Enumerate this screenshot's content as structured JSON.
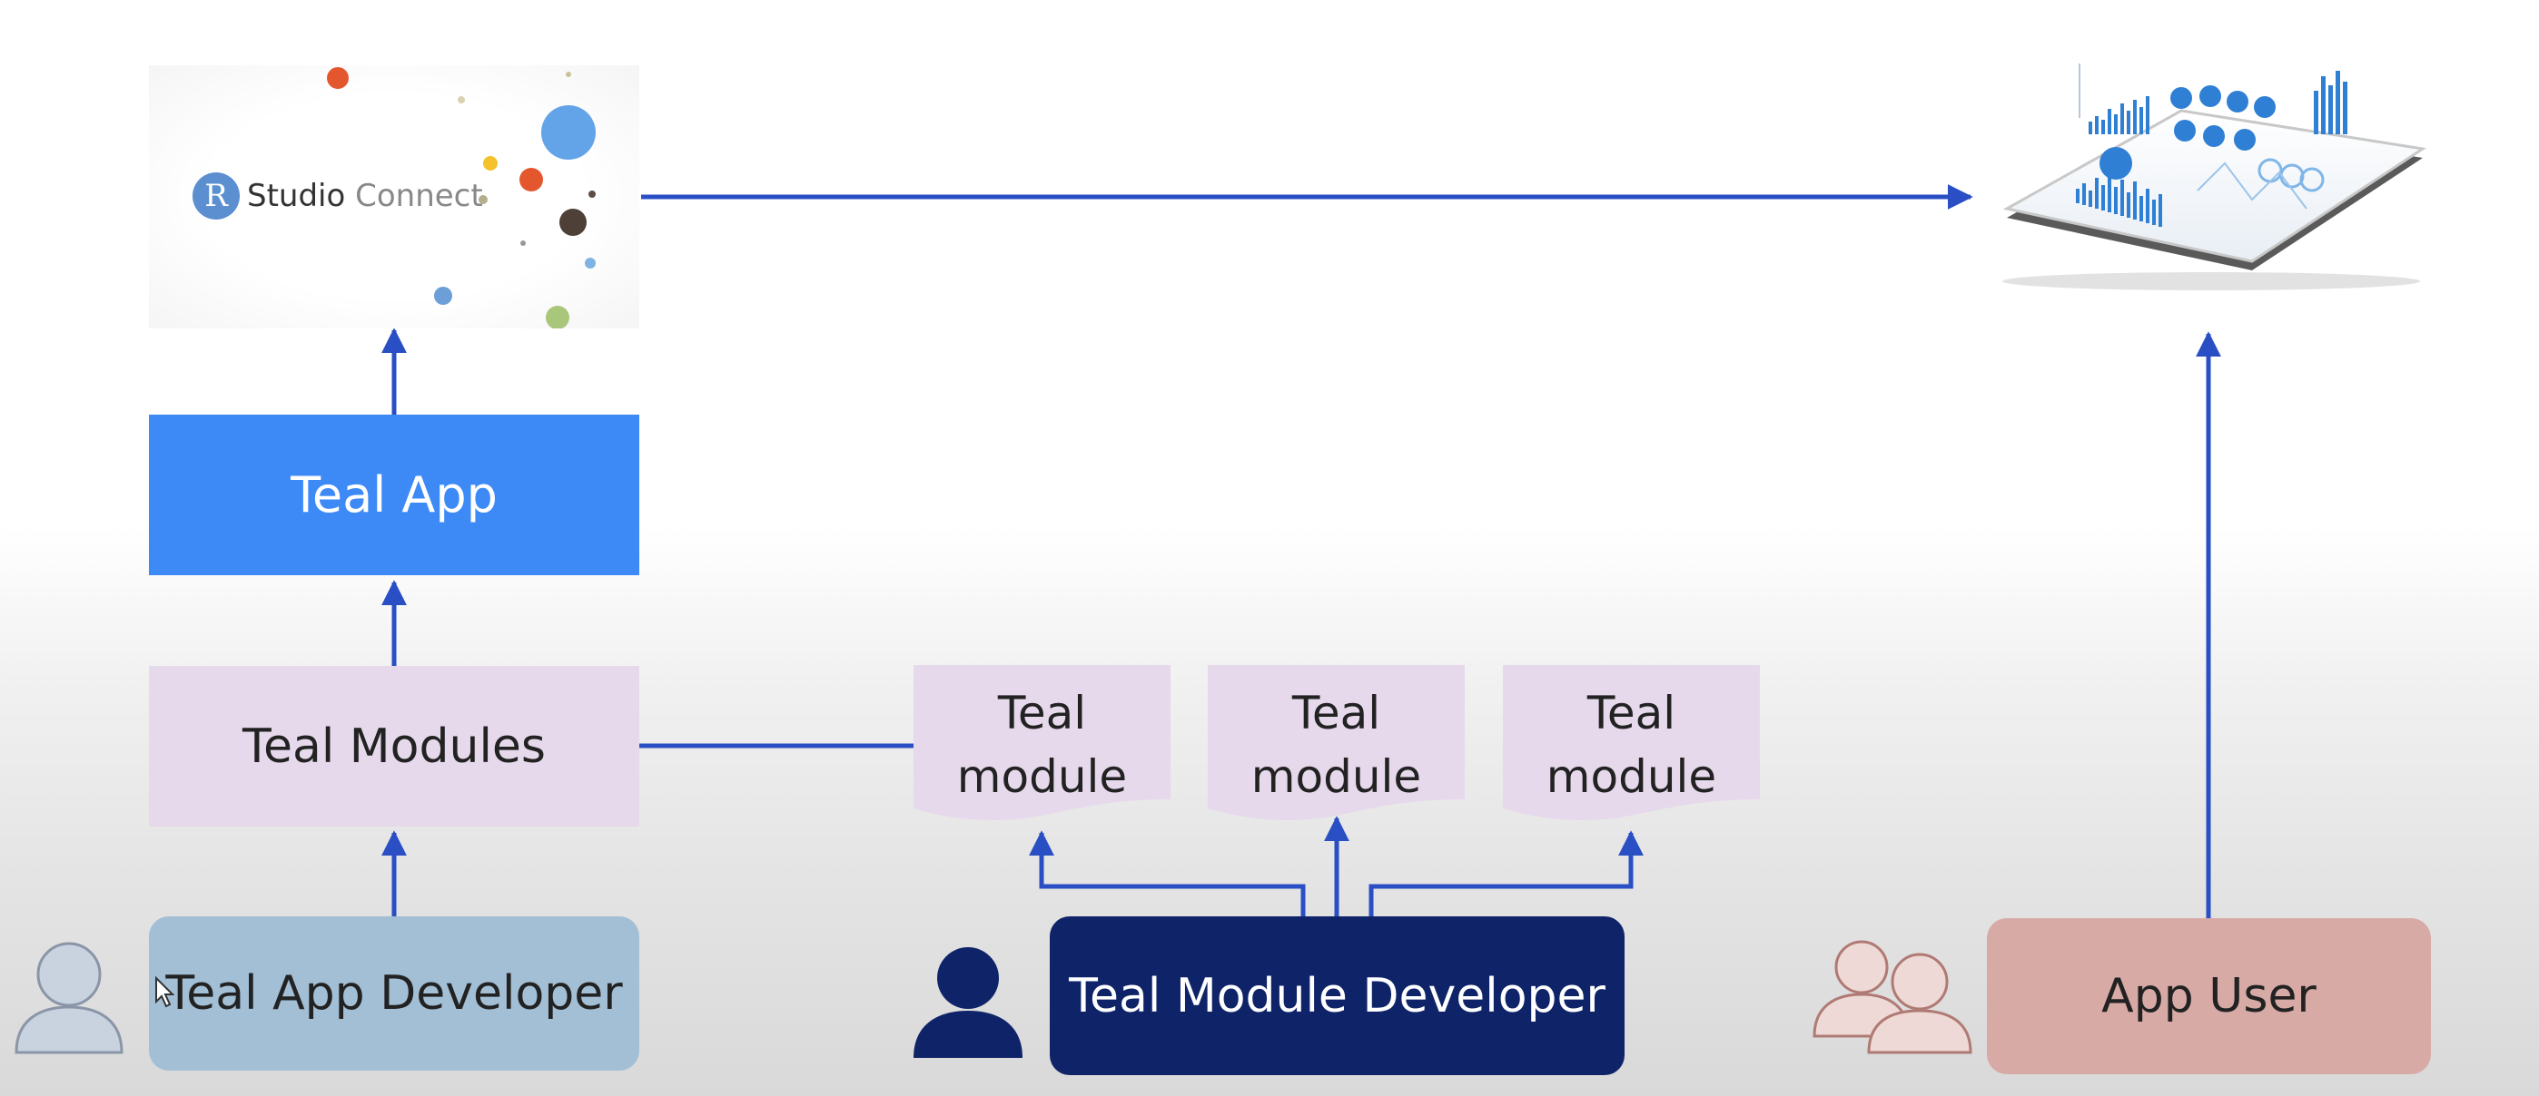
{
  "rstudio_connect": {
    "logo_letter": "R",
    "brand": "Studio",
    "product": "Connect"
  },
  "nodes": {
    "teal_app": "Teal App",
    "teal_modules": "Teal Modules",
    "teal_app_developer": "Teal App Developer",
    "teal_module_developer": "Teal Module Developer",
    "app_user": "App User"
  },
  "module_cards": [
    {
      "line1": "Teal",
      "line2": "module"
    },
    {
      "line1": "Teal",
      "line2": "module"
    },
    {
      "line1": "Teal",
      "line2": "module"
    }
  ],
  "colors": {
    "arrow": "#2a4fc4",
    "teal_app_fill": "#3d8af7",
    "modules_fill": "#e6d9ec",
    "app_dev_fill": "#a3bfd6",
    "module_dev_fill": "#0f2468",
    "app_user_fill": "#d7aaa5"
  },
  "icons": [
    "rstudio-connect-logo",
    "tablet-dashboard-icon",
    "person-icon",
    "person-solid-icon",
    "group-users-icon",
    "mouse-cursor-icon"
  ]
}
